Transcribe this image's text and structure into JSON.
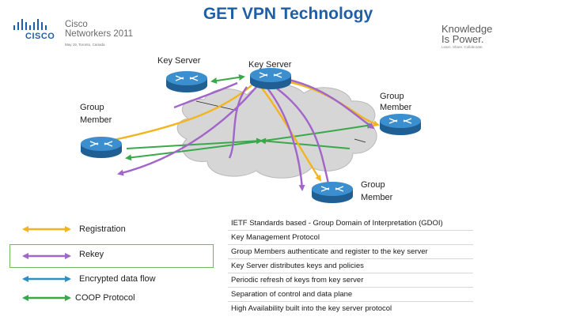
{
  "title": "GET VPN Technology",
  "branding": {
    "company": "CISCO",
    "event_line1": "Cisco",
    "event_line2": "Networkers 2011",
    "event_date": "May 19, Toronto, Canada",
    "slogan_line1": "Knowledge",
    "slogan_line2": "Is Power.",
    "slogan_small": "Learn. Share. Collaborate."
  },
  "diagram": {
    "key_server_left": "Key Server",
    "key_server_center": "Key Server",
    "group_member_left": [
      "Group",
      "Member"
    ],
    "group_member_right": [
      "Group",
      "Member"
    ],
    "group_member_bottom": [
      "Group",
      "Member"
    ]
  },
  "legend": [
    {
      "label": "Registration",
      "color": "#f2b51f"
    },
    {
      "label": "Rekey",
      "color": "#a265c9"
    },
    {
      "label": "Encrypted data flow",
      "color": "#2f8fc0"
    },
    {
      "label": "COOP Protocol",
      "color": "#3aa84a"
    }
  ],
  "info": [
    "IETF Standards based - Group Domain of Interpretation (GDOI)",
    "Key Management Protocol",
    "Group Members authenticate and register to the key server",
    "Key Server distributes keys and policies",
    "Periodic refresh of keys from key server",
    "Separation of control and data plane",
    "High Availability built into the key server protocol"
  ],
  "colors": {
    "title": "#1f5fa8",
    "router": "#2e7fc1",
    "cloud": "#d6d6d6"
  }
}
